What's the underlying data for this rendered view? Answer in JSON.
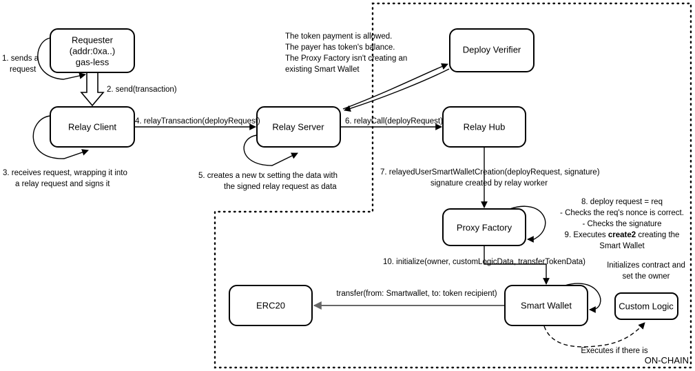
{
  "diagram": {
    "title": "RIF Relay Smart Wallet deployment flow",
    "boundary_label": "ON-CHAIN",
    "colors": {
      "stroke": "#000000",
      "fill": "#ffffff",
      "gray_edge": "#666666"
    },
    "nodes": [
      {
        "id": "requester",
        "lines": [
          "Requester",
          "(addr:0xa..)",
          "gas-less"
        ]
      },
      {
        "id": "relay-client",
        "lines": [
          "Relay Client"
        ]
      },
      {
        "id": "relay-server",
        "lines": [
          "Relay Server"
        ]
      },
      {
        "id": "deploy-verifier",
        "lines": [
          "Deploy Verifier"
        ]
      },
      {
        "id": "relay-hub",
        "lines": [
          "Relay Hub"
        ]
      },
      {
        "id": "proxy-factory",
        "lines": [
          "Proxy Factory"
        ]
      },
      {
        "id": "smart-wallet",
        "lines": [
          "Smart Wallet"
        ]
      },
      {
        "id": "custom-logic",
        "lines": [
          "Custom Logic"
        ]
      },
      {
        "id": "erc20",
        "lines": [
          "ERC20"
        ]
      }
    ],
    "annotations": {
      "step1": [
        "1. sends a",
        "request"
      ],
      "step2": [
        "2. send(transaction)"
      ],
      "step3": [
        "3. receives request, wrapping it into",
        "a relay request and signs it"
      ],
      "step4": [
        "4. relayTransaction(deployRequest)"
      ],
      "step5": [
        "5. creates a new tx setting the data with",
        "the signed relay request as data"
      ],
      "step6": [
        "6. relayCall(deployRequest)"
      ],
      "step7": [
        "7. relayedUserSmartWalletCreation(deployRequest, signature)",
        "signature created by relay worker"
      ],
      "verifier_conditions": [
        "The token payment is allowed.",
        "The payer has token's balance.",
        "The Proxy Factory isn't creating an",
        "existing Smart Wallet"
      ],
      "step8_9": [
        "8. deploy request = req",
        "- Checks the req's nonce is correct.",
        "- Checks the signature",
        "9. Executes create2 creating the",
        "Smart Wallet"
      ],
      "step8_9_bold_token": "create2",
      "step10": [
        "10. initialize(owner, customLogicData, transferTokenData)"
      ],
      "transfer": [
        "transfer(from: Smartwallet, to: token recipient)"
      ],
      "initializes": [
        "Initializes contract and",
        "set the owner"
      ],
      "executes_if": [
        "Executes if there is"
      ]
    }
  }
}
